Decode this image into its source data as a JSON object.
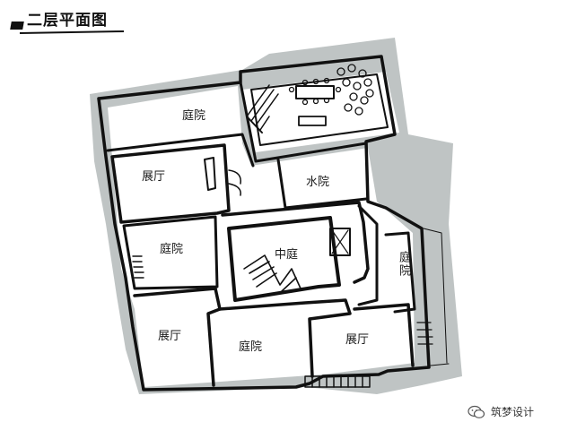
{
  "title": "二层平面图",
  "rooms": {
    "r1": "庭院",
    "r2": "展厅",
    "r3": "水院",
    "r4": "庭院",
    "r5": "中庭",
    "r6": "庭院",
    "r7": "展厅",
    "r8": "庭院",
    "r9": "展厅"
  },
  "watermark": "筑梦设计",
  "colors": {
    "ink": "#111111",
    "wash": "#8a9494",
    "paper": "#ffffff"
  }
}
